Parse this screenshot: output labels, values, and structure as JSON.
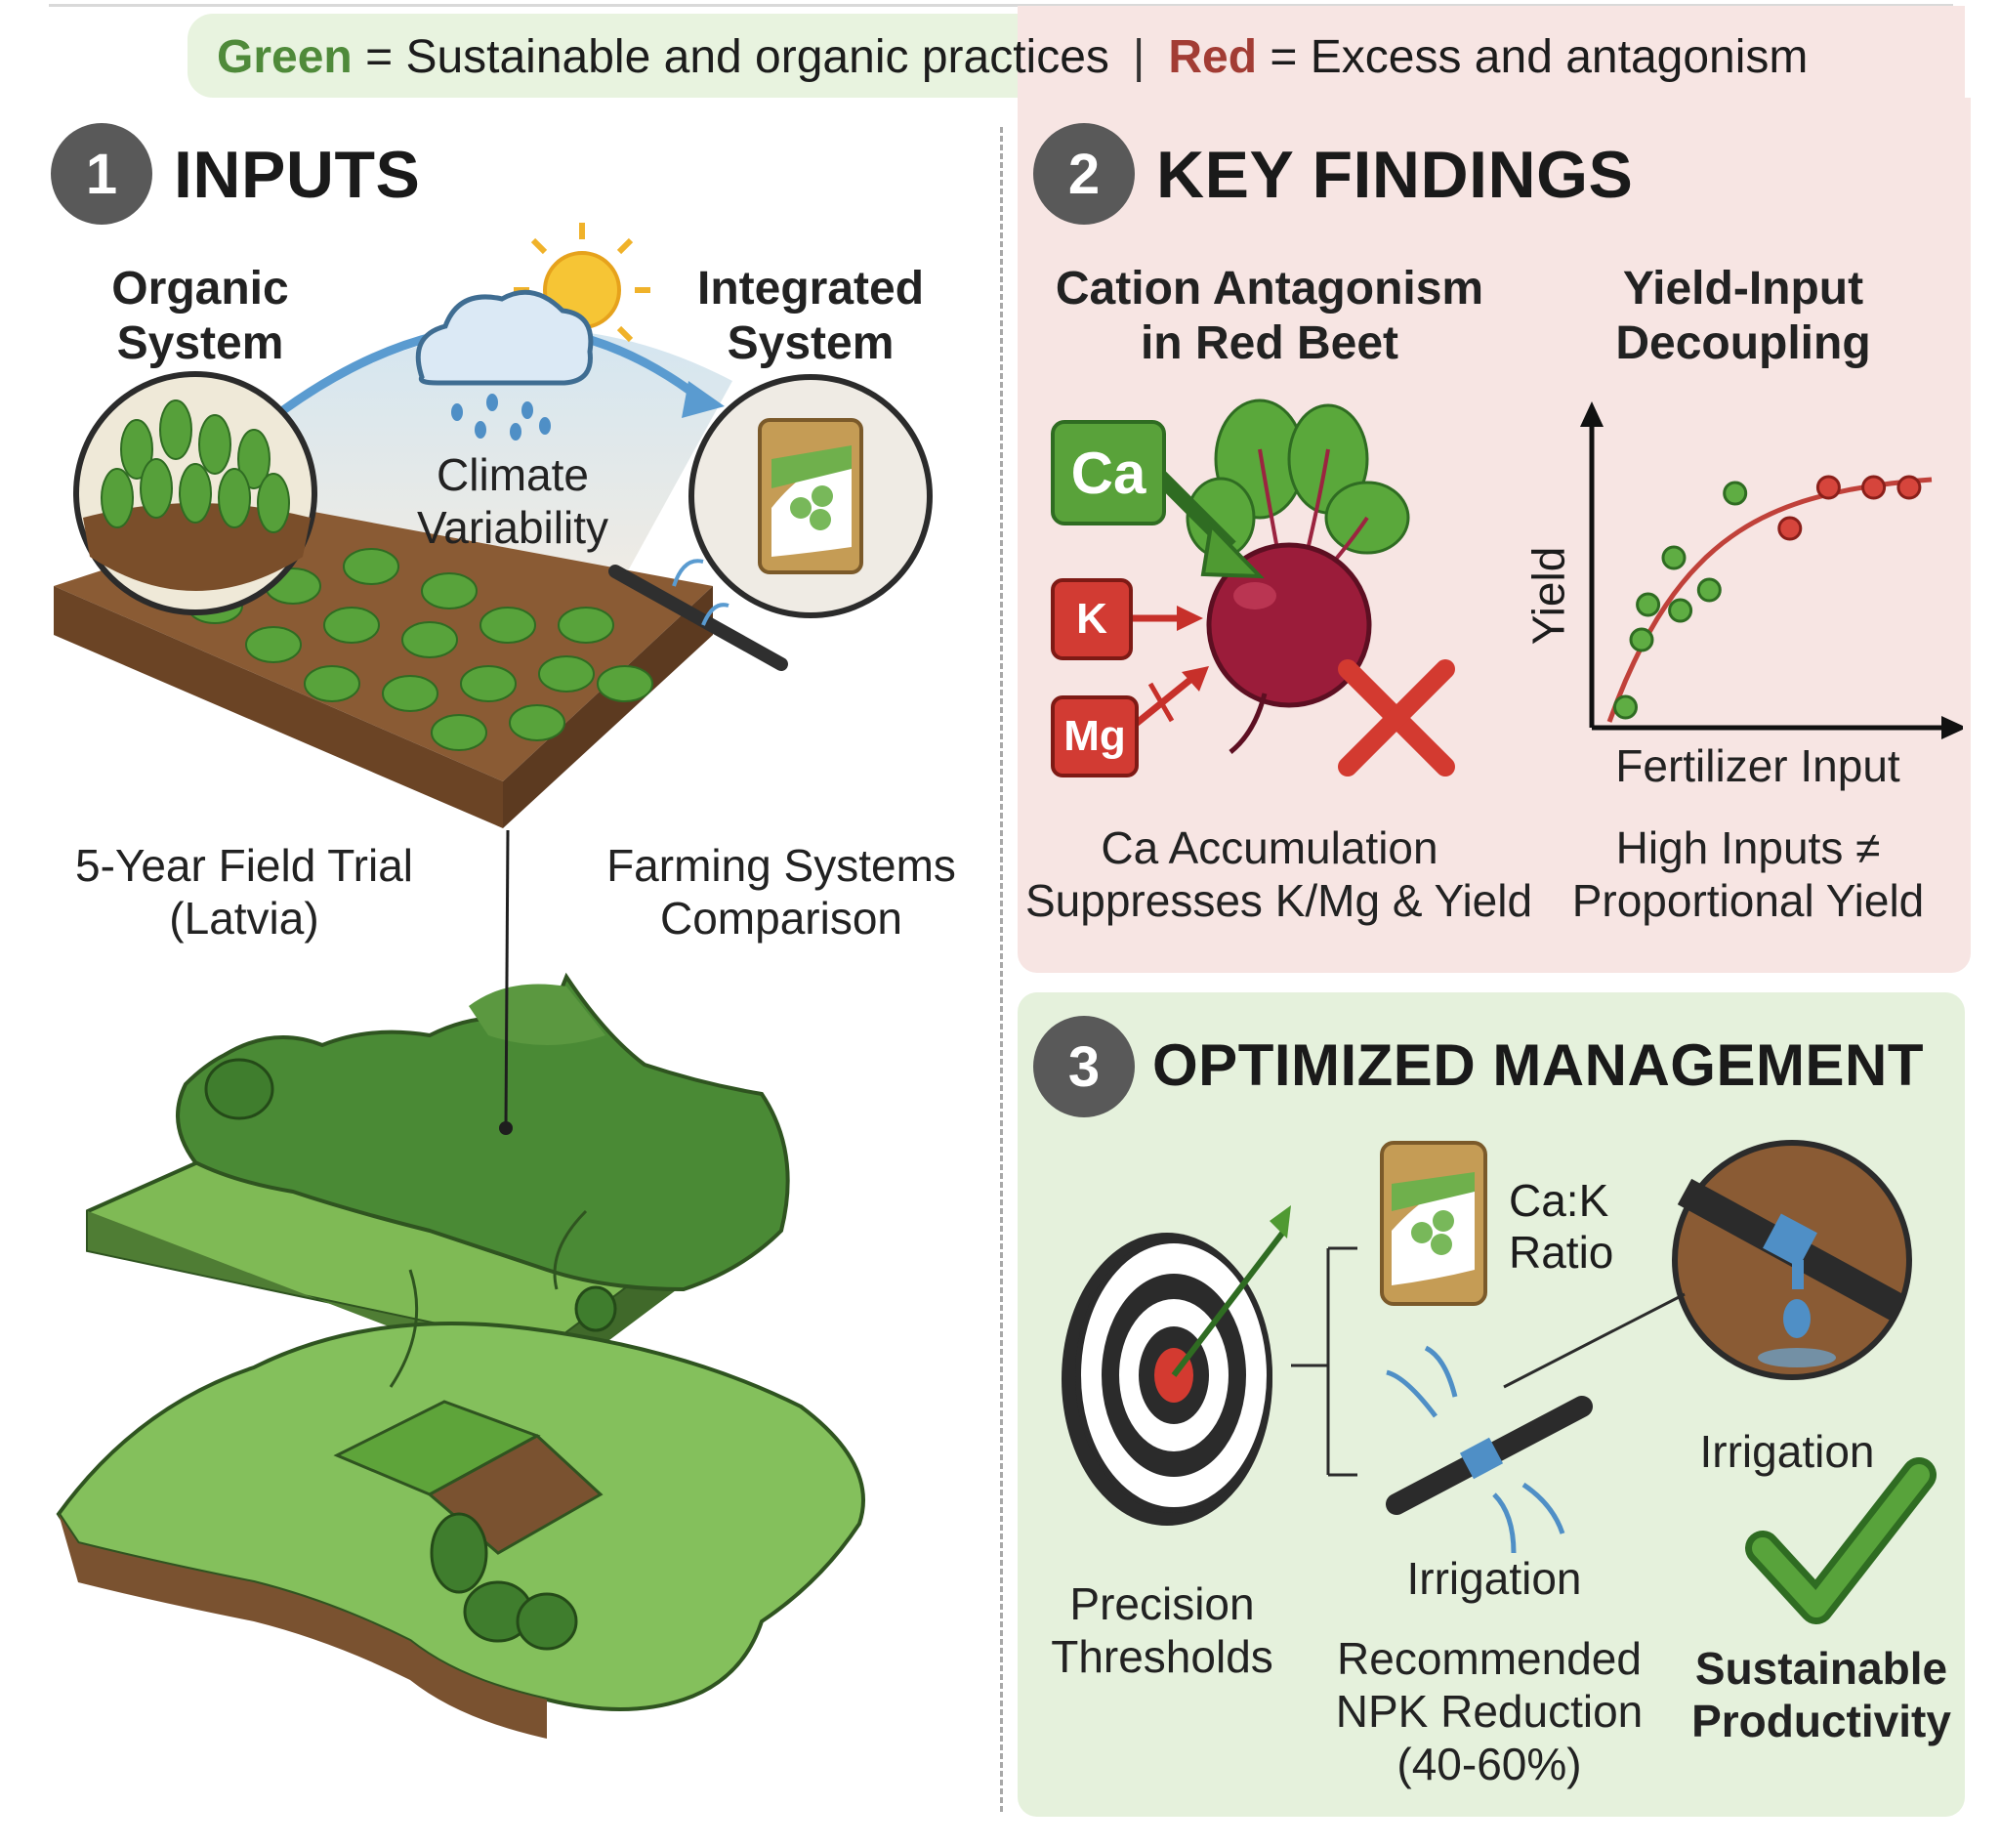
{
  "legend": {
    "green_word": "Green",
    "green_text": " = Sustainable and organic practices",
    "separator": "|",
    "red_word": "Red",
    "red_text": " = Excess and antagonism"
  },
  "sections": {
    "inputs": {
      "number": "1",
      "title": "INPUTS",
      "organic_system": [
        "Organic",
        "System"
      ],
      "integrated_system": [
        "Integrated",
        "System"
      ],
      "climate": [
        "Climate",
        "Variability"
      ],
      "field_trial": [
        "5-Year Field Trial",
        "(Latvia)"
      ],
      "farming_systems": [
        "Farming Systems",
        "Comparison"
      ]
    },
    "key_findings": {
      "number": "2",
      "title": "KEY FINDINGS",
      "cation_title": [
        "Cation Antagonism",
        "in Red Beet"
      ],
      "cations": {
        "ca": "Ca",
        "k": "K",
        "mg": "Mg"
      },
      "cation_caption": [
        "Ca Accumulation",
        "Suppresses K/Mg & Yield"
      ],
      "yield_title": [
        "Yield-Input",
        "Decoupling"
      ],
      "yield_caption": [
        "High Inputs ≠",
        "Proportional Yield"
      ]
    },
    "optimized": {
      "number": "3",
      "title": "OPTIMIZED MANAGEMENT",
      "ratio_label": [
        "Ca:K",
        "Ratio"
      ],
      "irrigation_upper": "Irrigation",
      "irrigation_lower": "Irrigation",
      "precision": [
        "Precision",
        "Thresholds"
      ],
      "npk": [
        "Recommended",
        "NPK Reduction",
        "(40-60%)"
      ],
      "sustainable": [
        "Sustainable",
        "Productivity"
      ]
    }
  },
  "chart_data": {
    "type": "scatter",
    "xlabel": "Fertilizer Input",
    "ylabel": "Yield",
    "points": [
      [
        0.05,
        0.07
      ],
      [
        0.1,
        0.3
      ],
      [
        0.12,
        0.42
      ],
      [
        0.2,
        0.58
      ],
      [
        0.22,
        0.4
      ],
      [
        0.31,
        0.47
      ],
      [
        0.39,
        0.8
      ],
      [
        0.56,
        0.68
      ],
      [
        0.68,
        0.82
      ],
      [
        0.82,
        0.82
      ],
      [
        0.93,
        0.82
      ]
    ],
    "trend": "saturating curve"
  },
  "colors": {
    "green_accent": "#4f8a3a",
    "red_accent": "#a23c34",
    "red_panel": "#f7e5e3",
    "green_panel": "#e5f1dc",
    "badge": "#595959"
  }
}
